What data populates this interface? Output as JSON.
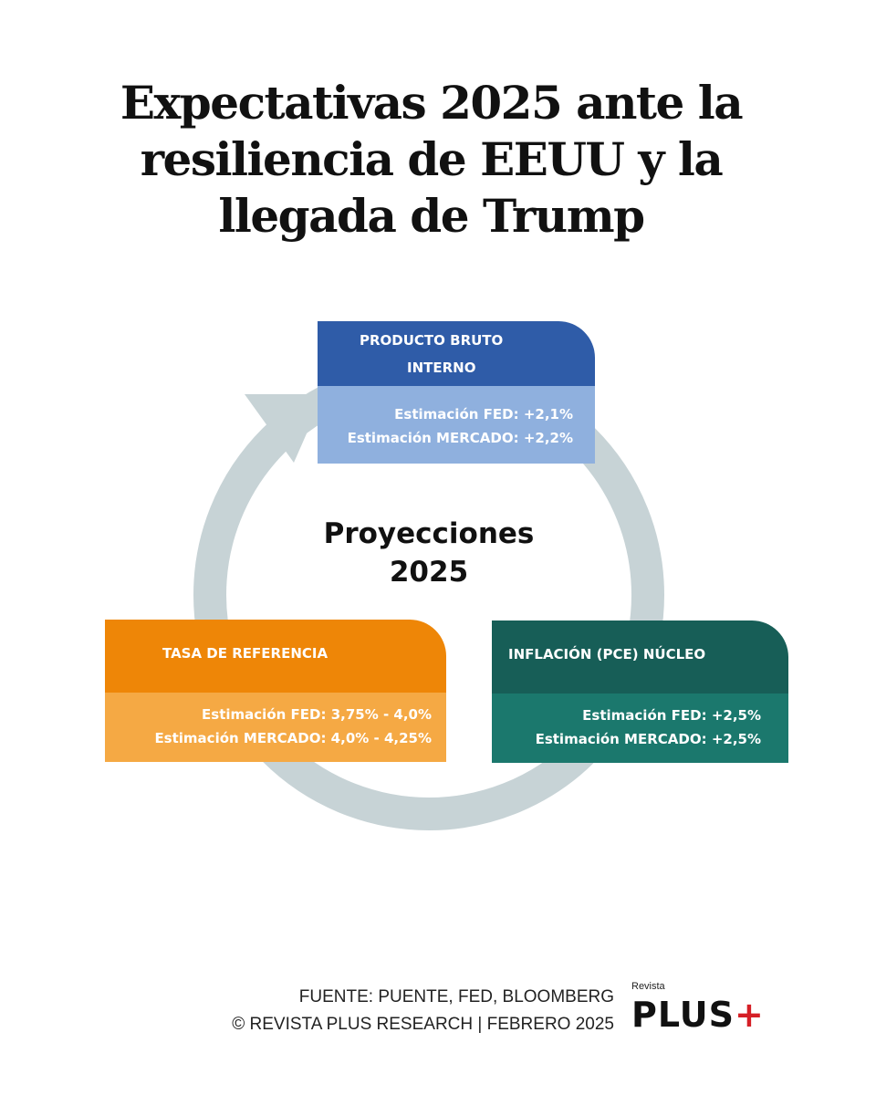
{
  "title_lines": [
    "Expectativas 2025 ante la",
    "resiliencia de EEUU y la",
    "llegada de Trump"
  ],
  "center": {
    "line1": "Proyecciones",
    "line2": "2025"
  },
  "boxes": {
    "pbi": {
      "title_line1": "PRODUCTO BRUTO",
      "title_line2": "INTERNO",
      "fed": "Estimación FED: +2,1%",
      "market": "Estimación MERCADO: +2,2%",
      "header_color": "#2f5ca8",
      "body_color": "#8fb0de"
    },
    "tasa": {
      "title": "TASA DE REFERENCIA",
      "fed": "Estimación FED: 3,75% - 4,0%",
      "market": "Estimación MERCADO: 4,0%  - 4,25%",
      "header_color": "#ee8607",
      "body_color": "#f5a944"
    },
    "inflacion": {
      "title": "INFLACIÓN (PCE) NÚCLEO",
      "fed": "Estimación FED: +2,5%",
      "market": "Estimación MERCADO: +2,5%",
      "header_color": "#175e57",
      "body_color": "#1b786d"
    }
  },
  "footer": {
    "source": "FUENTE: PUENTE, FED, BLOOMBERG",
    "credit": "© REVISTA PLUS RESEARCH | FEBRERO 2025"
  },
  "logo": {
    "small": "Revista",
    "big": "PLUS",
    "plus": "+"
  }
}
